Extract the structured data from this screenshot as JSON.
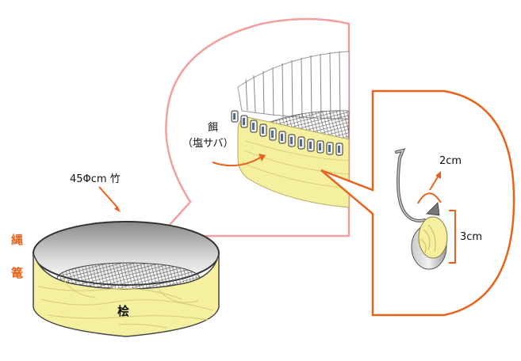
{
  "labels": {
    "title_vertical": [
      "縄",
      "篭"
    ],
    "bamboo": "45Φcm 竹",
    "wood": "桧",
    "bait": "餌",
    "bait_detail": "（塩サバ）",
    "hook_width": "2cm",
    "bait_height": "3cm"
  },
  "colors": {
    "accent": "#e8641e",
    "callout_pink": "#f0a0a0",
    "wood_fill": "#f5f0a0",
    "wood_grain": "#d8d080",
    "mesh": "#555555"
  },
  "icons": [
    "basket-diagram",
    "zoomed-rim-diagram",
    "hook-with-bait-diagram"
  ]
}
